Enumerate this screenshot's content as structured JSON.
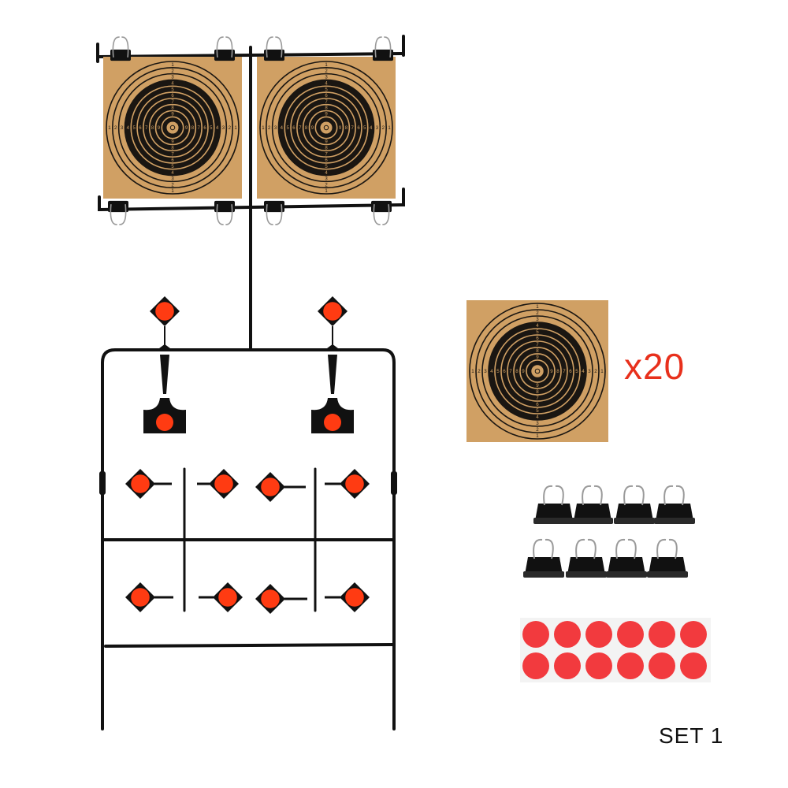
{
  "colors": {
    "paper": "#d0a064",
    "ring_ink": "#1a1612",
    "plate": "#ff3b12",
    "frame": "#111111",
    "sticker": "#f23a3e",
    "sticker_sheet": "#f3f3f3",
    "quantity_text": "#e8301c"
  },
  "quantity_label": "x20",
  "set_label": "SET 1",
  "target_scale": {
    "ring_numbers": [
      "1",
      "2",
      "3",
      "4",
      "5",
      "6",
      "7",
      "8",
      "9"
    ],
    "center_cross_note": "9"
  },
  "accessories": {
    "binder_clips_count": 8,
    "sticker_count": 12,
    "paper_targets_count": 20
  }
}
